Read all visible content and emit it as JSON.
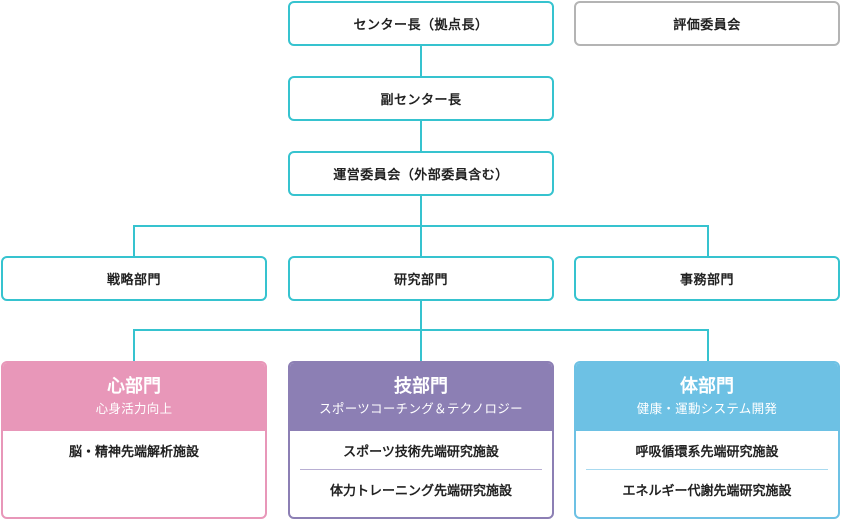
{
  "org": {
    "director": "センター長（拠点長）",
    "committee": "評価委員会",
    "vice_director": "副センター長",
    "steering": "運営委員会（外部委員含む）",
    "departments": [
      "戦略部門",
      "研究部門",
      "事務部門"
    ],
    "divisions": [
      {
        "title": "心部門",
        "subtitle": "心身活力向上",
        "facilities": [
          "脳・精神先端解析施設"
        ],
        "color": "#e897b9"
      },
      {
        "title": "技部門",
        "subtitle": "スポーツコーチング＆テクノロジー",
        "facilities": [
          "スポーツ技術先端研究施設",
          "体力トレーニング先端研究施設"
        ],
        "color": "#8c7fb4"
      },
      {
        "title": "体部門",
        "subtitle": "健康・運動システム開発",
        "facilities": [
          "呼吸循環系先端研究施設",
          "エネルギー代謝先端研究施設"
        ],
        "color": "#6dc1e4"
      }
    ],
    "line_color": "#36c3cf"
  }
}
